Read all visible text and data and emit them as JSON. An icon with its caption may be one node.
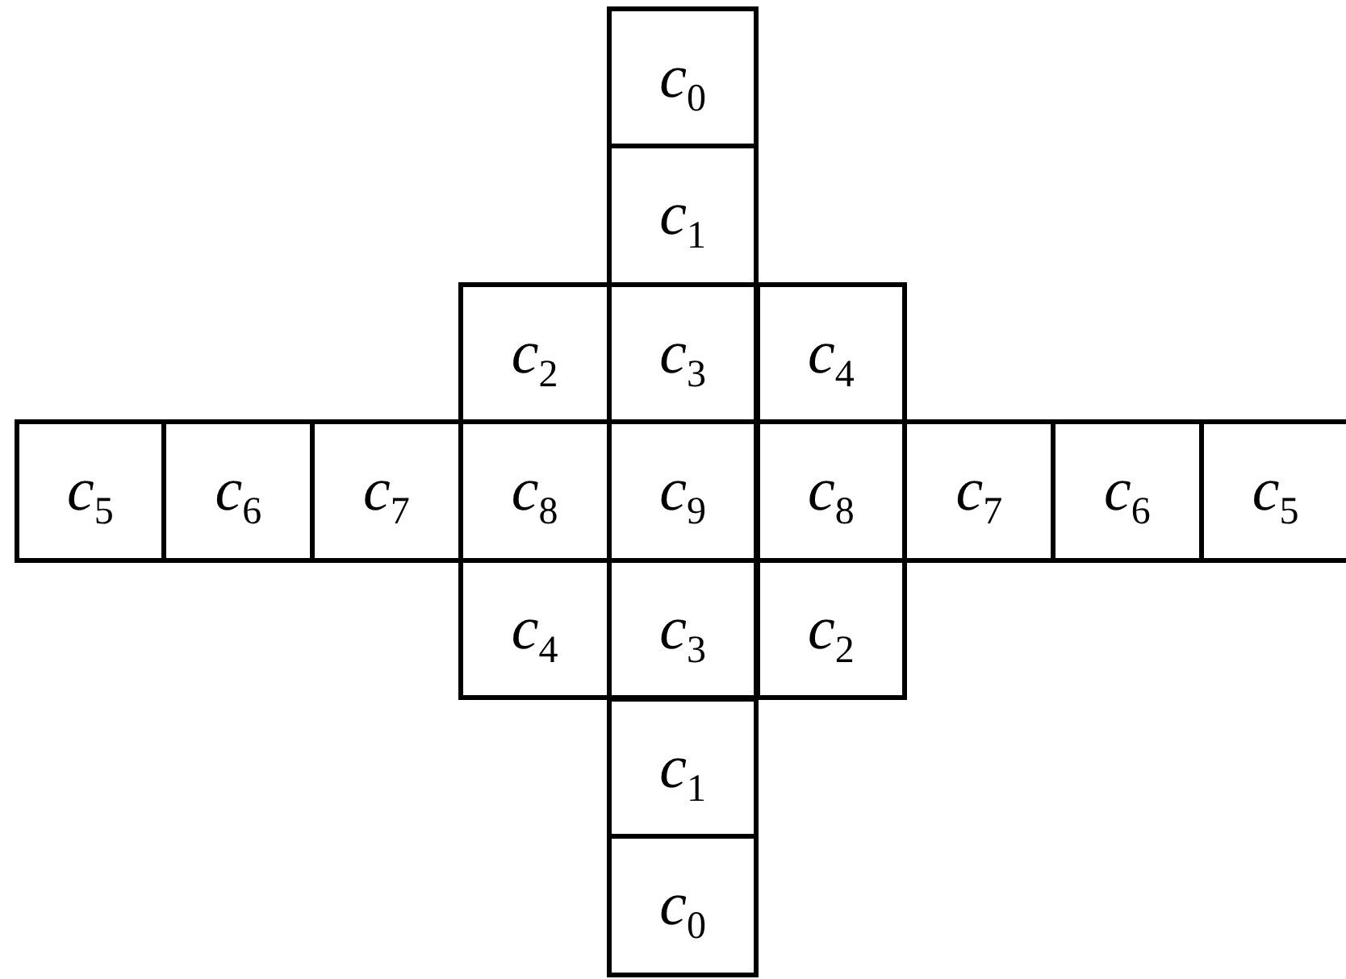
{
  "diagram": {
    "labels": [
      "*c*$_{0}$",
      "*c*$_{1}$",
      "*c*$_{2}$",
      "*c*$_{3}$",
      "*c*$_{4}$",
      "*c*$_{5}$",
      "*c*$_{6}$",
      "*c*$_{7}$",
      "*c*$_{8}$",
      "*c*$_{9}$",
      "*c*$_{8}$",
      "*c*$_{7}$",
      "*c*$_{6}$",
      "*c*$_{5}$",
      "*c*$_{4}$",
      "*c*$_{3}$",
      "*c*$_{2}$",
      "*c*$_{1}$",
      "*c*$_{0}$"
    ]
  }
}
